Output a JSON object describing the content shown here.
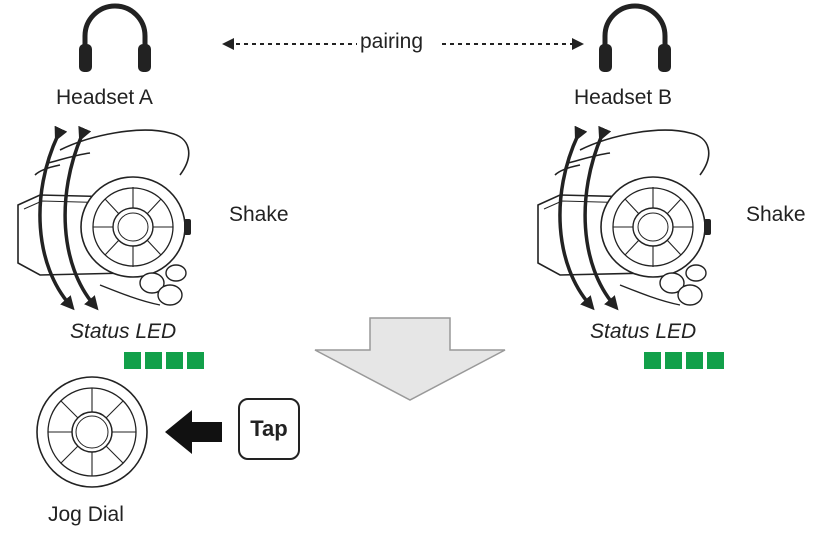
{
  "headset_a": {
    "label": "Headset A",
    "action": "Shake",
    "status_label": "Status LED"
  },
  "headset_b": {
    "label": "Headset B",
    "action": "Shake",
    "status_label": "Status LED"
  },
  "pairing_label": "pairing",
  "tap_label": "Tap",
  "jog_dial_label": "Jog Dial",
  "colors": {
    "led": "#12a04a",
    "arrow_fill": "#e6e6e6",
    "ink": "#222222"
  },
  "icons": [
    "headphones-icon",
    "hand-shake-device-icon",
    "down-arrow-icon",
    "left-arrow-icon",
    "jog-dial-icon"
  ]
}
